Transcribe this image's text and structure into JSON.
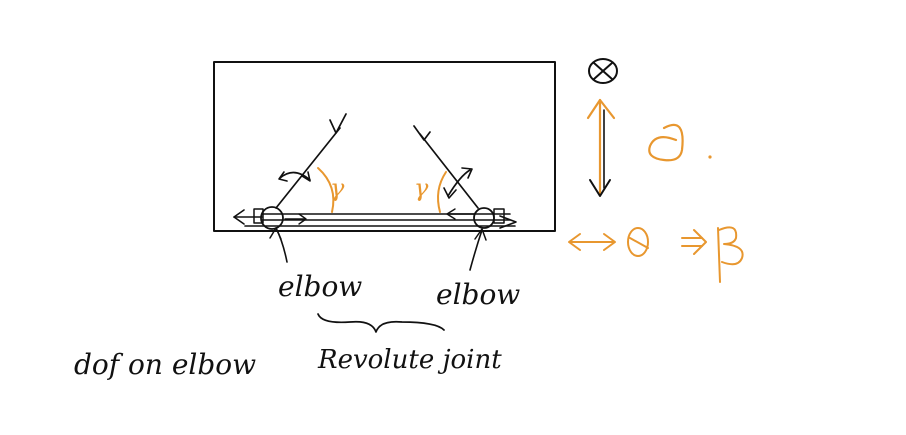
{
  "colors": {
    "ink": "#111111",
    "accent": "#e8972f",
    "background": "#ffffff"
  },
  "labels": {
    "left_axis": "Y",
    "right_axis": "Y",
    "left_angle": "γ",
    "right_angle": "γ",
    "left_elbow": "elbow",
    "right_elbow": "elbow",
    "dof_note": "dof on elbow",
    "revolute_joint": "Revolute joint",
    "alpha": "∂",
    "theta_beta": "↔ θ ⇒ β",
    "dot": ".",
    "into_page_symbol": "⊗"
  },
  "icons": {
    "into_page": "circled-x-icon",
    "vertical_double_arrow": "double-arrow-vertical-icon",
    "horizontal_double_arrow": "double-arrow-horizontal-icon"
  }
}
